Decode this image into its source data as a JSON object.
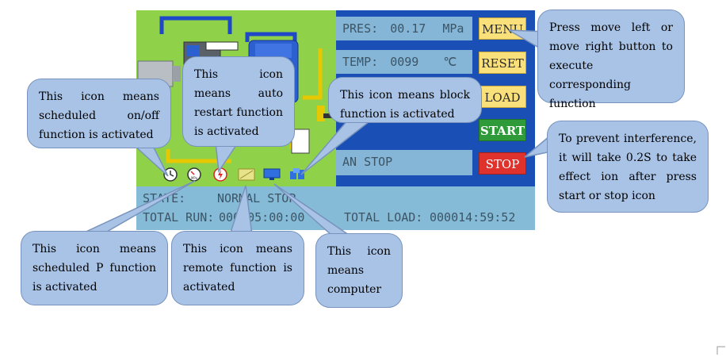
{
  "screen": {
    "pressure": {
      "label": "PRES:",
      "value": "00.17",
      "unit": "MPa"
    },
    "temperature": {
      "label": "TEMP:",
      "value": "0099",
      "unit": "℃"
    },
    "run_message": "AN STOP",
    "buttons": {
      "menu": "MENU",
      "reset": "RESET",
      "load": "LOAD",
      "start": "START",
      "stop": "STOP"
    },
    "status": {
      "state_label": "STATE:",
      "state_value": "NORMAL STOP",
      "total_run_label": "TOTAL RUN:",
      "total_run_value": "000005:00:00",
      "total_load_label": "TOTAL LOAD:",
      "total_load_value": "000014:59:52"
    },
    "status_icons": [
      "clock-icon",
      "pressure-gauge-icon",
      "auto-restart-icon",
      "remote-icon",
      "computer-icon",
      "block-icon"
    ]
  },
  "callouts": {
    "scheduled_onoff": "This icon means scheduled on/off function is activated",
    "auto_restart": "This icon means auto restart function is activated",
    "block": "This icon means block function is activated",
    "menu_buttons": "Press move left or move right button to execute corresponding function",
    "start_stop": "To prevent interference, it will take 0.2S to take effect ion after press start or stop icon",
    "scheduled_p": "This icon means scheduled P function is activated",
    "remote": "This icon means remote function is activated",
    "computer": "This icon means computer"
  },
  "colors": {
    "screen_blue": "#1a4fb5",
    "diagram_green": "#8fd24a",
    "lcd_field": "#85b6d7",
    "callout_fill": "#a9c3e6",
    "start_green": "#2f9a3a",
    "stop_red": "#e0322c",
    "button_yellow": "#f9e07a"
  }
}
